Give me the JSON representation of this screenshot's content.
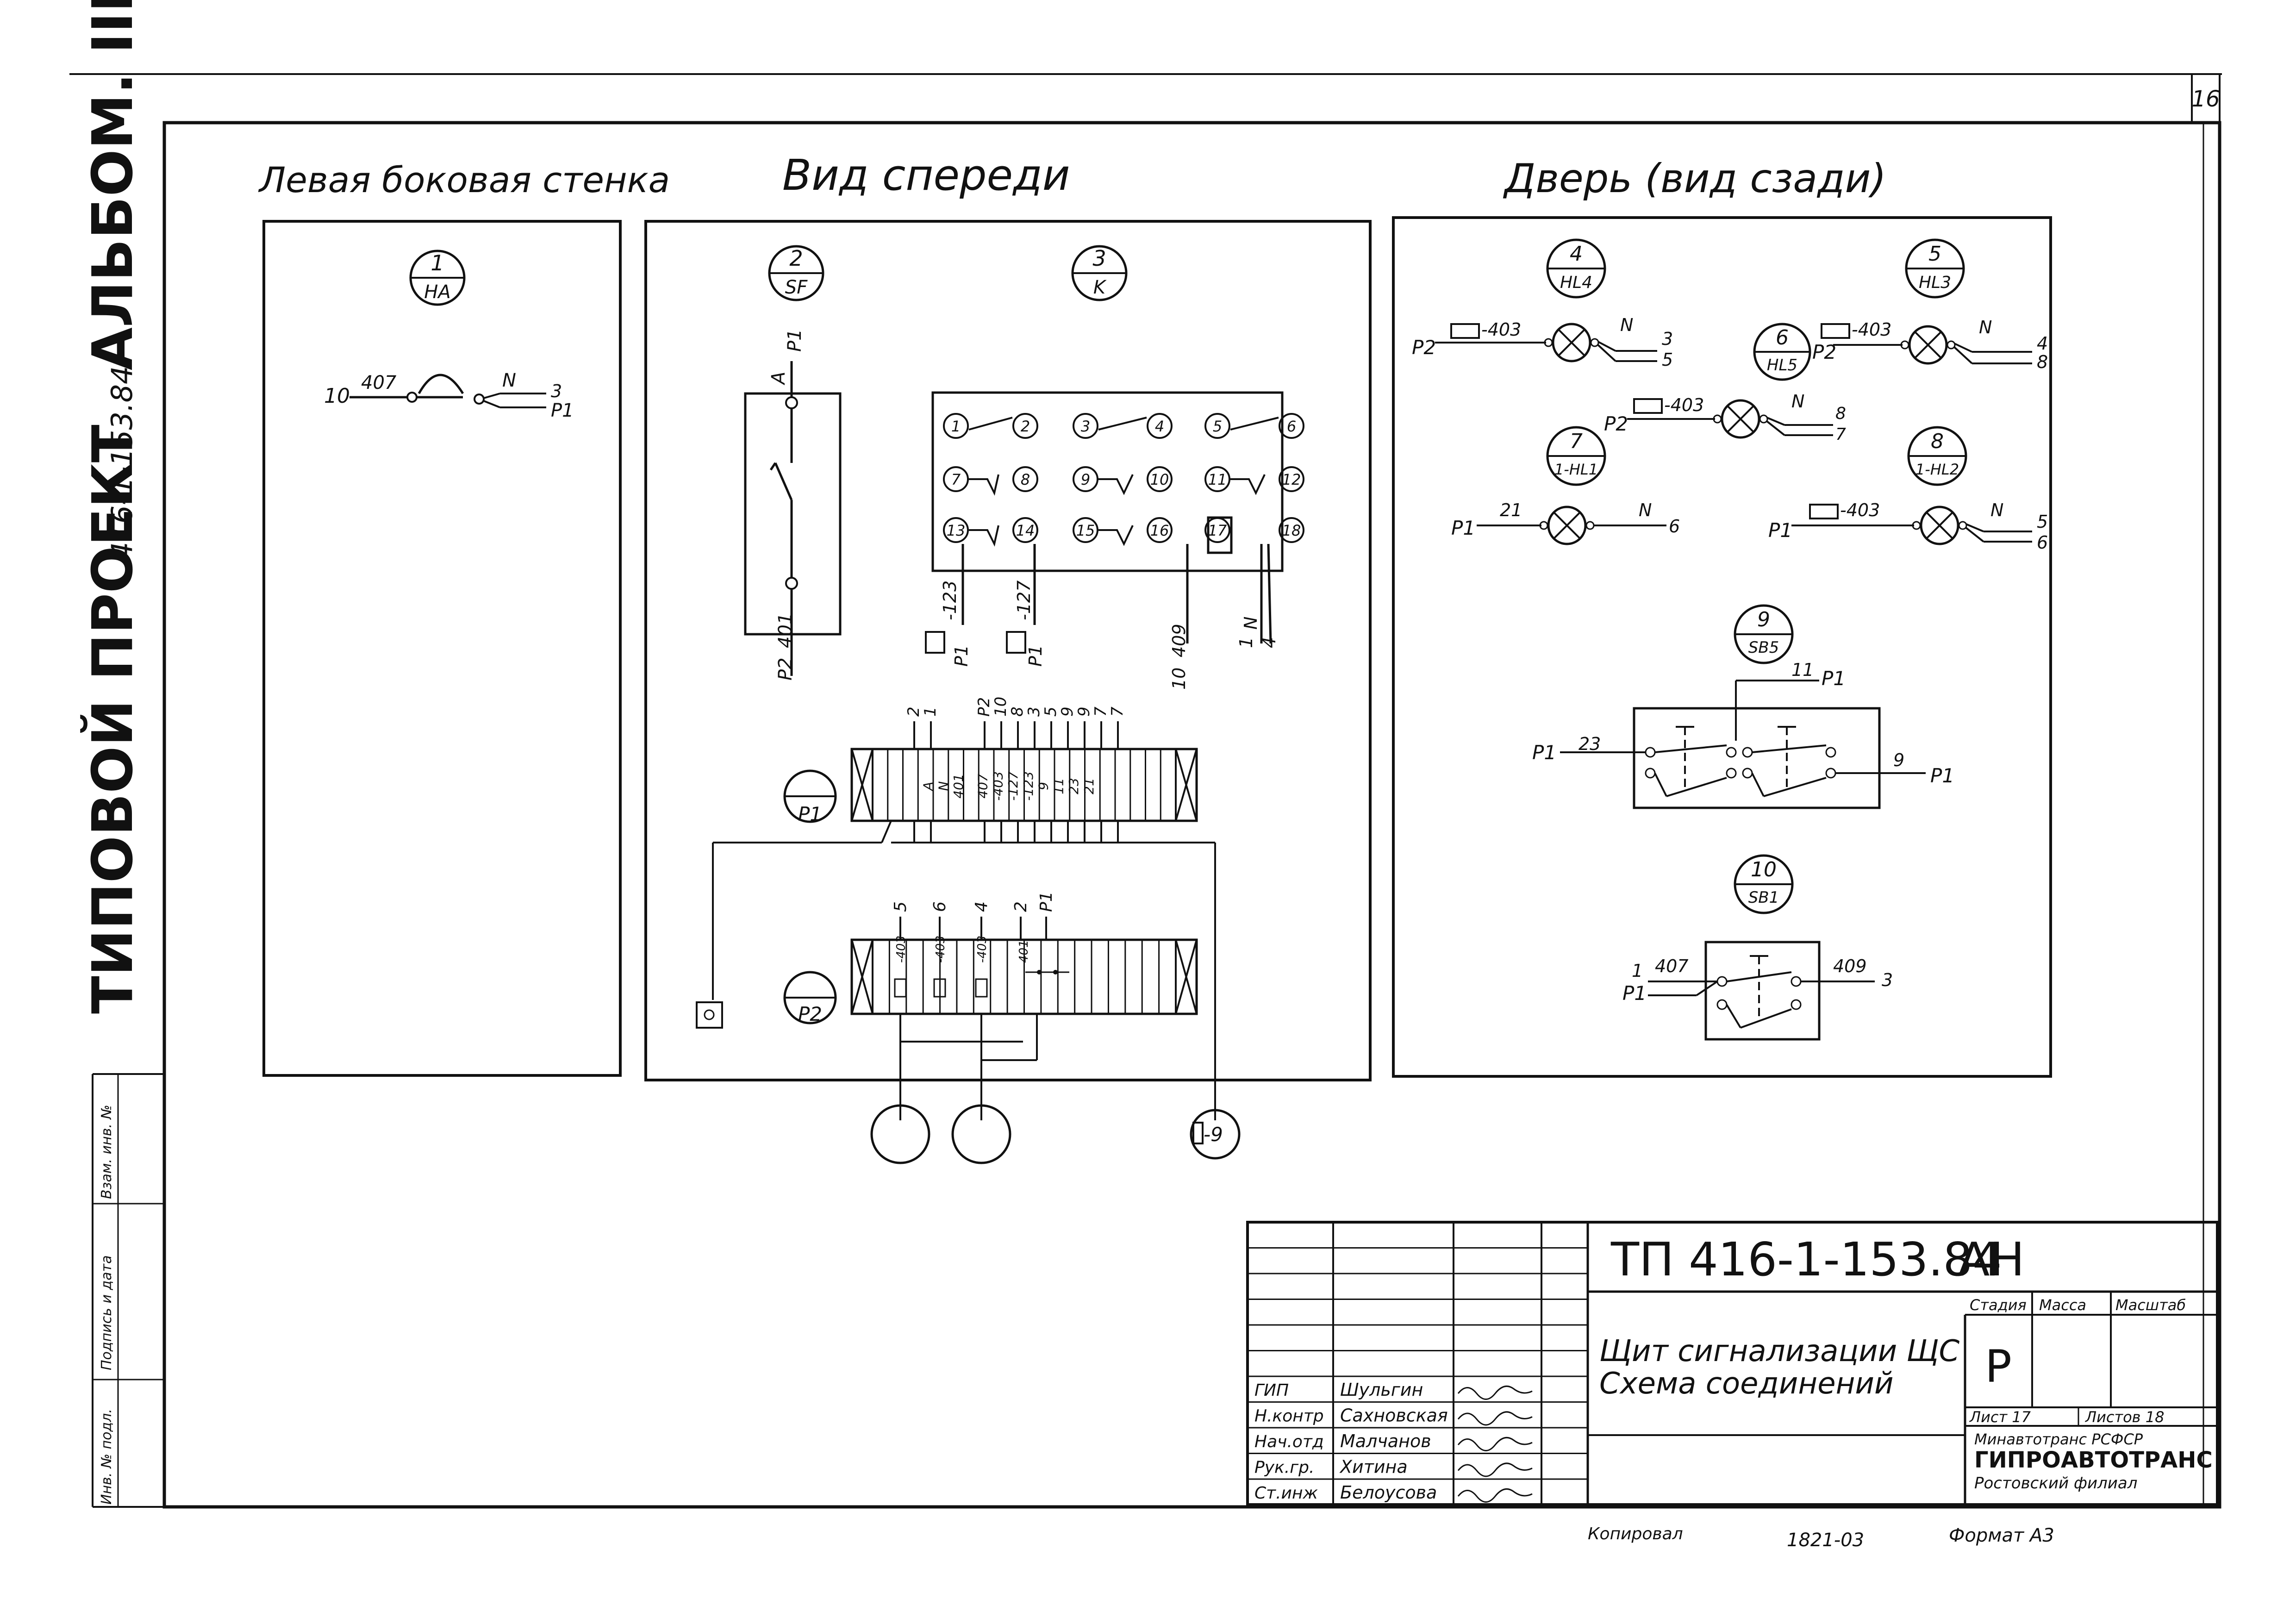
{
  "sheet_number": "16",
  "side_title": {
    "main": "ТИПОВОЙ ПРОЕКТ",
    "code": "416-1-153.84",
    "album": "АЛЬБОМ. III"
  },
  "side_stamp": [
    "Инв. № подл.",
    "Подпись и дата",
    "Взам. инв. №"
  ],
  "sections": {
    "left": "Левая боковая стенка",
    "front": "Вид спереди",
    "door": "Дверь (вид сзади)"
  },
  "devices": {
    "d1": {
      "num": "1",
      "code": "HA"
    },
    "d2": {
      "num": "2",
      "code": "SF"
    },
    "d3": {
      "num": "3",
      "code": "K"
    },
    "d4": {
      "num": "4",
      "code": "HL4"
    },
    "d5": {
      "num": "5",
      "code": "HL3"
    },
    "d6": {
      "num": "6",
      "code": "HL5"
    },
    "d7": {
      "num": "7",
      "code": "1-HL1"
    },
    "d8": {
      "num": "8",
      "code": "1-HL2"
    },
    "d9": {
      "num": "9",
      "code": "SB5"
    },
    "d10": {
      "num": "10",
      "code": "SB1"
    }
  },
  "terminals": {
    "p1": "P1",
    "p2": "P2",
    "ext": "-9"
  },
  "wires": {
    "ha_in": "10",
    "ha_w": "407",
    "ha_n": "N",
    "ha_o1": "3",
    "ha_o2": "P1",
    "sf_a": "A",
    "sf_p1": "P1",
    "sf_w": "401",
    "sf_p2": "P2",
    "k_w123": "-123",
    "k_w127": "-127",
    "k_p1a": "P1",
    "k_p1b": "P1",
    "k_10": "10",
    "k_409": "409",
    "k_1": "1",
    "k_n": "N",
    "k_4": "4",
    "hl4_p2": "P2",
    "hl4_w": "-403",
    "hl4_n": "N",
    "hl4_3": "3",
    "hl4_5": "5",
    "hl3_p2": "P2",
    "hl3_w": "-403",
    "hl3_n": "N",
    "hl3_4": "4",
    "hl3_8": "8",
    "hl5_p2": "P2",
    "hl5_w": "-403",
    "hl5_n": "N",
    "hl5_8": "8",
    "hl5_7": "7",
    "hl1_p1": "P1",
    "hl1_w": "21",
    "hl1_n": "N",
    "hl1_6": "6",
    "hl2_p1": "P1",
    "hl2_w": "-403",
    "hl2_n": "N",
    "hl2_5": "5",
    "hl2_6": "6",
    "sb5_11": "11",
    "sb5_p1top": "P1",
    "sb5_p1l": "P1",
    "sb5_23": "23",
    "sb5_9": "9",
    "sb5_p1r": "P1",
    "sb1_1": "1",
    "sb1_407": "407",
    "sb1_p1": "P1",
    "sb1_409": "409",
    "sb1_3": "3"
  },
  "k_contacts": [
    "1",
    "2",
    "3",
    "4",
    "5",
    "6",
    "7",
    "8",
    "9",
    "10",
    "11",
    "12",
    "13",
    "14",
    "15",
    "16",
    "17",
    "18"
  ],
  "p1_top": [
    "2",
    "1",
    "P2",
    "10",
    "8",
    "3",
    "5",
    "9",
    "9",
    "7",
    "7"
  ],
  "p1_marks": [
    "A",
    "N",
    "401",
    "407",
    "-403",
    "-127",
    "-123",
    "9",
    "11",
    "23",
    "21"
  ],
  "p2_top": [
    "5",
    "6",
    "4",
    "2",
    "P1"
  ],
  "p2_marks": [
    "-403",
    "-403",
    "-403",
    "401"
  ],
  "title_block": {
    "doc_code": "ТП 416-1-153.84",
    "doc_suffix": "АН",
    "name_line1": "Щит сигнализации ЩС",
    "name_line2": "Схема соединений",
    "stage_h": "Стадия",
    "mass_h": "Масса",
    "scale_h": "Масштаб",
    "stage": "Р",
    "sheet": "Лист 17",
    "sheets": "Листов 18",
    "org1": "Минавтотранс РСФСР",
    "org2": "ГИПРОАВТОТРАНС",
    "org3": "Ростовский филиал",
    "roles": [
      "ГИП",
      "Н.контр",
      "Нач.отд",
      "Рук.гр.",
      "Ст.инж"
    ],
    "names": [
      "Шульгин",
      "Сахновская",
      "Малчанов",
      "Хитина",
      "Белоусова"
    ]
  },
  "footer": {
    "copy": "Копировал",
    "num": "1821-03",
    "format": "Формат А3"
  }
}
